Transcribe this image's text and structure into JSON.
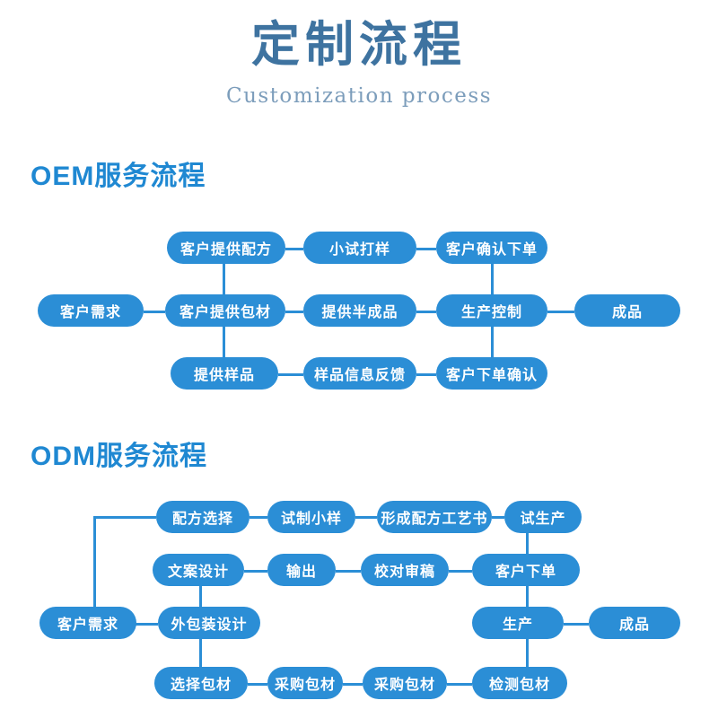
{
  "header": {
    "title": "定制流程",
    "subtitle": "Customization process",
    "title_color": "#3e73a0",
    "subtitle_color": "#7c9dbb"
  },
  "theme": {
    "node_fill": "#2b8ed6",
    "node_text": "#ffffff",
    "connector": "#2b8ed6",
    "heading_color": "#1f88d2",
    "background": "#ffffff"
  },
  "sections": [
    {
      "id": "oem",
      "heading": "OEM服务流程",
      "rows": [
        {
          "id": "oem-row-1",
          "nodes": [
            "客户提供配方",
            "小试打样",
            "客户确认下单"
          ]
        },
        {
          "id": "oem-row-2",
          "nodes": [
            "客户需求",
            "客户提供包材",
            "提供半成品",
            "生产控制",
            "成品"
          ]
        },
        {
          "id": "oem-row-3",
          "nodes": [
            "提供样品",
            "样品信息反馈",
            "客户下单确认"
          ]
        }
      ]
    },
    {
      "id": "odm",
      "heading": "ODM服务流程",
      "rows": [
        {
          "id": "odm-row-1",
          "nodes": [
            "配方选择",
            "试制小样",
            "形成配方工艺书",
            "试生产"
          ]
        },
        {
          "id": "odm-row-2",
          "nodes": [
            "文案设计",
            "输出",
            "校对审稿",
            "客户下单"
          ]
        },
        {
          "id": "odm-row-3",
          "nodes": [
            "客户需求",
            "外包装设计",
            "生产",
            "成品"
          ]
        },
        {
          "id": "odm-row-4",
          "nodes": [
            "选择包材",
            "采购包材",
            "采购包材",
            "检测包材"
          ]
        }
      ]
    }
  ],
  "chart_data": {
    "type": "diagram",
    "title": "定制流程",
    "subtitle": "Customization process",
    "diagrams": [
      {
        "name": "OEM服务流程",
        "nodes": [
          {
            "id": "oem_n1",
            "label": "客户提供配方",
            "row": 1,
            "col": 2
          },
          {
            "id": "oem_n2",
            "label": "小试打样",
            "row": 1,
            "col": 3
          },
          {
            "id": "oem_n3",
            "label": "客户确认下单",
            "row": 1,
            "col": 4
          },
          {
            "id": "oem_n4",
            "label": "客户需求",
            "row": 2,
            "col": 1
          },
          {
            "id": "oem_n5",
            "label": "客户提供包材",
            "row": 2,
            "col": 2
          },
          {
            "id": "oem_n6",
            "label": "提供半成品",
            "row": 2,
            "col": 3
          },
          {
            "id": "oem_n7",
            "label": "生产控制",
            "row": 2,
            "col": 4
          },
          {
            "id": "oem_n8",
            "label": "成品",
            "row": 2,
            "col": 5
          },
          {
            "id": "oem_n9",
            "label": "提供样品",
            "row": 3,
            "col": 2
          },
          {
            "id": "oem_n10",
            "label": "样品信息反馈",
            "row": 3,
            "col": 3
          },
          {
            "id": "oem_n11",
            "label": "客户下单确认",
            "row": 3,
            "col": 4
          }
        ],
        "edges": [
          [
            "oem_n1",
            "oem_n2"
          ],
          [
            "oem_n2",
            "oem_n3"
          ],
          [
            "oem_n4",
            "oem_n5"
          ],
          [
            "oem_n5",
            "oem_n6"
          ],
          [
            "oem_n6",
            "oem_n7"
          ],
          [
            "oem_n7",
            "oem_n8"
          ],
          [
            "oem_n9",
            "oem_n10"
          ],
          [
            "oem_n10",
            "oem_n11"
          ],
          [
            "oem_n1",
            "oem_n5"
          ],
          [
            "oem_n5",
            "oem_n9"
          ],
          [
            "oem_n3",
            "oem_n7"
          ],
          [
            "oem_n7",
            "oem_n11"
          ]
        ]
      },
      {
        "name": "ODM服务流程",
        "nodes": [
          {
            "id": "odm_n1",
            "label": "配方选择",
            "row": 1,
            "col": 2
          },
          {
            "id": "odm_n2",
            "label": "试制小样",
            "row": 1,
            "col": 3
          },
          {
            "id": "odm_n3",
            "label": "形成配方工艺书",
            "row": 1,
            "col": 4
          },
          {
            "id": "odm_n4",
            "label": "试生产",
            "row": 1,
            "col": 5
          },
          {
            "id": "odm_n5",
            "label": "文案设计",
            "row": 2,
            "col": 2
          },
          {
            "id": "odm_n6",
            "label": "输出",
            "row": 2,
            "col": 3
          },
          {
            "id": "odm_n7",
            "label": "校对审稿",
            "row": 2,
            "col": 4
          },
          {
            "id": "odm_n8",
            "label": "客户下单",
            "row": 2,
            "col": 5
          },
          {
            "id": "odm_n9",
            "label": "客户需求",
            "row": 3,
            "col": 1
          },
          {
            "id": "odm_n10",
            "label": "外包装设计",
            "row": 3,
            "col": 2
          },
          {
            "id": "odm_n11",
            "label": "生产",
            "row": 3,
            "col": 5
          },
          {
            "id": "odm_n12",
            "label": "成品",
            "row": 3,
            "col": 6
          },
          {
            "id": "odm_n13",
            "label": "选择包材",
            "row": 4,
            "col": 2
          },
          {
            "id": "odm_n14",
            "label": "采购包材",
            "row": 4,
            "col": 3
          },
          {
            "id": "odm_n15",
            "label": "采购包材",
            "row": 4,
            "col": 4
          },
          {
            "id": "odm_n16",
            "label": "检测包材",
            "row": 4,
            "col": 5
          }
        ],
        "edges": [
          [
            "odm_n1",
            "odm_n2"
          ],
          [
            "odm_n2",
            "odm_n3"
          ],
          [
            "odm_n3",
            "odm_n4"
          ],
          [
            "odm_n5",
            "odm_n6"
          ],
          [
            "odm_n6",
            "odm_n7"
          ],
          [
            "odm_n7",
            "odm_n8"
          ],
          [
            "odm_n9",
            "odm_n10"
          ],
          [
            "odm_n11",
            "odm_n12"
          ],
          [
            "odm_n13",
            "odm_n14"
          ],
          [
            "odm_n14",
            "odm_n15"
          ],
          [
            "odm_n15",
            "odm_n16"
          ],
          [
            "odm_n9",
            "odm_n1"
          ],
          [
            "odm_n5",
            "odm_n10"
          ],
          [
            "odm_n10",
            "odm_n13"
          ],
          [
            "odm_n4",
            "odm_n8"
          ],
          [
            "odm_n8",
            "odm_n11"
          ],
          [
            "odm_n11",
            "odm_n16"
          ]
        ]
      }
    ]
  }
}
